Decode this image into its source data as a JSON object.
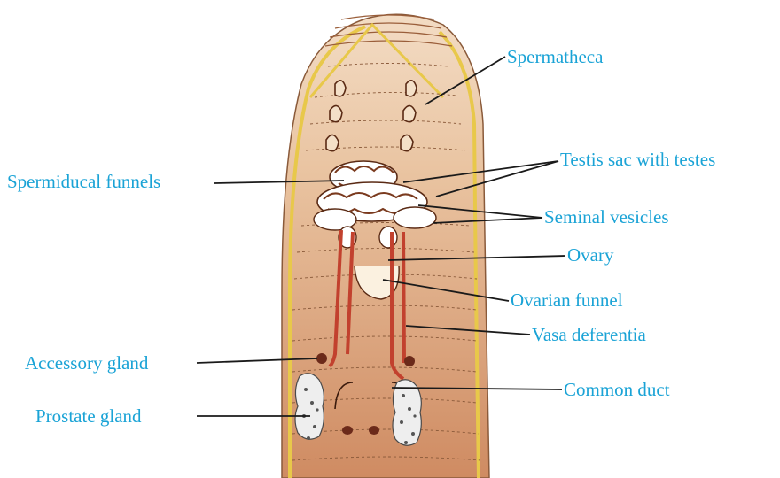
{
  "colors": {
    "label": "#1aa3d6",
    "leader": "#1a1a1a",
    "body_outer": "#d8a87e",
    "body_inner": "#cf8f68",
    "body_edge": "#e8c84a",
    "vas_deferens": "#c2412e",
    "gland_dark": "#6b2a1a"
  },
  "labels": {
    "spermatheca": "Spermatheca",
    "testis_sac": "Testis sac with testes",
    "spermiducal_funnels": "Spermiducal funnels",
    "seminal_vesicles": "Seminal vesicles",
    "ovary": "Ovary",
    "ovarian_funnel": "Ovarian funnel",
    "vasa_deferentia": "Vasa deferentia",
    "accessory_gland": "Accessory gland",
    "common_duct": "Common duct",
    "prostate_gland": "Prostate gland"
  }
}
